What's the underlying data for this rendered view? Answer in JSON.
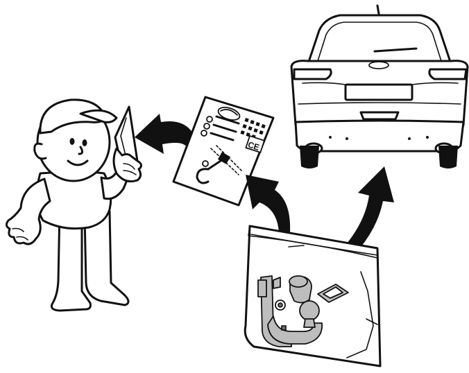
{
  "figure": {
    "document": {
      "mark": "CE"
    },
    "icons": [
      "mechanic-figure",
      "installation-document-icon",
      "car-rear-view",
      "tow-bar-kit-bag",
      "curved-arrow-icon"
    ],
    "colors": {
      "line": "#111111",
      "background": "#ffffff",
      "part_grey": "#bdbdbd"
    }
  }
}
